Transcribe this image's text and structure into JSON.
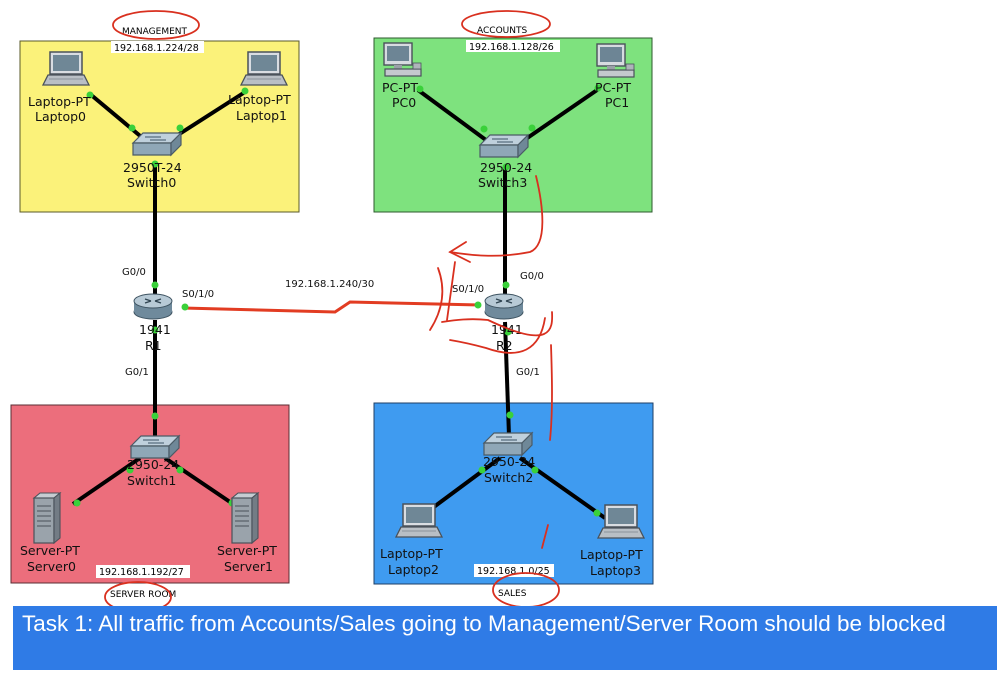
{
  "zones": {
    "management": {
      "name": "MANAGEMENT",
      "subnet": "192.168.1.224/28",
      "color": "#fbf27a"
    },
    "accounts": {
      "name": "ACCOUNTS",
      "subnet": "192.168.1.128/26",
      "color": "#7ee27e"
    },
    "server_room": {
      "name": "SERVER ROOM",
      "subnet": "192.168.1.192/27",
      "color": "#ec6e7c"
    },
    "sales": {
      "name": "SALES",
      "subnet": "192.168.1.0/25",
      "color": "#3f9bf0"
    }
  },
  "devices": {
    "laptop0": {
      "model": "Laptop-PT",
      "name": "Laptop0",
      "icon": "laptop-icon"
    },
    "laptop1": {
      "model": "Laptop-PT",
      "name": "Laptop1",
      "icon": "laptop-icon"
    },
    "switch0": {
      "model": "2950T-24",
      "name": "Switch0",
      "icon": "switch-icon"
    },
    "pc0": {
      "model": "PC-PT",
      "name": "PC0",
      "icon": "pc-icon"
    },
    "pc1": {
      "model": "PC-PT",
      "name": "PC1",
      "icon": "pc-icon"
    },
    "switch3": {
      "model": "2950-24",
      "name": "Switch3",
      "icon": "switch-icon"
    },
    "r1": {
      "model": "1941",
      "name": "R1",
      "icon": "router-icon"
    },
    "r2": {
      "model": "1941",
      "name": "R2",
      "icon": "router-icon"
    },
    "switch1": {
      "model": "2950-24",
      "name": "Switch1",
      "icon": "switch-icon"
    },
    "server0": {
      "model": "Server-PT",
      "name": "Server0",
      "icon": "server-icon"
    },
    "server1": {
      "model": "Server-PT",
      "name": "Server1",
      "icon": "server-icon"
    },
    "switch2": {
      "model": "2950-24",
      "name": "Switch2",
      "icon": "switch-icon"
    },
    "laptop2": {
      "model": "Laptop-PT",
      "name": "Laptop2",
      "icon": "laptop-icon"
    },
    "laptop3": {
      "model": "Laptop-PT",
      "name": "Laptop3",
      "icon": "laptop-icon"
    }
  },
  "ports": {
    "r1_g00": "G0/0",
    "r1_s010": "S0/1/0",
    "r1_g01": "G0/1",
    "r2_s010": "S0/1/0",
    "r2_g00": "G0/0",
    "r2_g01": "G0/1"
  },
  "serial_link": {
    "subnet": "192.168.1.240/30",
    "color": "#e23c22"
  },
  "colors": {
    "link": "#000000",
    "port_up": "#3ad13a",
    "annotation": "#d9301f"
  },
  "task": {
    "text": "Task 1: All traffic from Accounts/Sales going to Management/Server Room should be blocked"
  }
}
